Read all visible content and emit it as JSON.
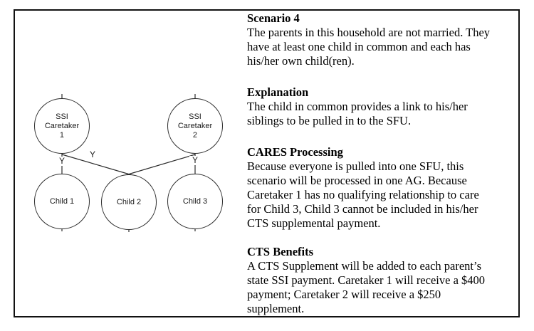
{
  "page": {
    "background_color": "#ffffff",
    "frame_border_color": "#111111",
    "text_color": "#000000"
  },
  "diagram": {
    "nodes": [
      {
        "id": "caretaker1",
        "label": "SSI\nCaretaker\n1"
      },
      {
        "id": "caretaker2",
        "label": "SSI\nCaretaker\n2"
      },
      {
        "id": "child1",
        "label": "Child 1"
      },
      {
        "id": "child2",
        "label": "Child 2"
      },
      {
        "id": "child3",
        "label": "Child 3"
      }
    ],
    "edges": [
      {
        "from": "caretaker1",
        "to": "child1",
        "label": "Y"
      },
      {
        "from": "caretaker1",
        "to": "child2",
        "label": "Y"
      },
      {
        "from": "caretaker2",
        "to": "child2",
        "label": ""
      },
      {
        "from": "caretaker2",
        "to": "child3",
        "label": "Y"
      }
    ]
  },
  "content": {
    "sections": [
      {
        "heading": "Scenario 4",
        "body": "The parents in this household are not married. They\nhave at least one child in common and each has\nhis/her own child(ren)."
      },
      {
        "heading": "Explanation",
        "body": "The child in common provides a link to his/her\nsiblings to be pulled in to the SFU."
      },
      {
        "heading": "CARES Processing",
        "body": "Because everyone is pulled into one SFU, this\nscenario will be processed in one AG. Because\nCaretaker 1 has no qualifying relationship to care\nfor Child 3, Child 3 cannot be included in his/her\nCTS supplemental payment."
      },
      {
        "heading": "CTS Benefits",
        "body": "A CTS Supplement will be added to each parent’s\nstate SSI payment. Caretaker 1 will receive a $400\npayment; Caretaker 2 will receive a $250\nsupplement."
      }
    ]
  }
}
